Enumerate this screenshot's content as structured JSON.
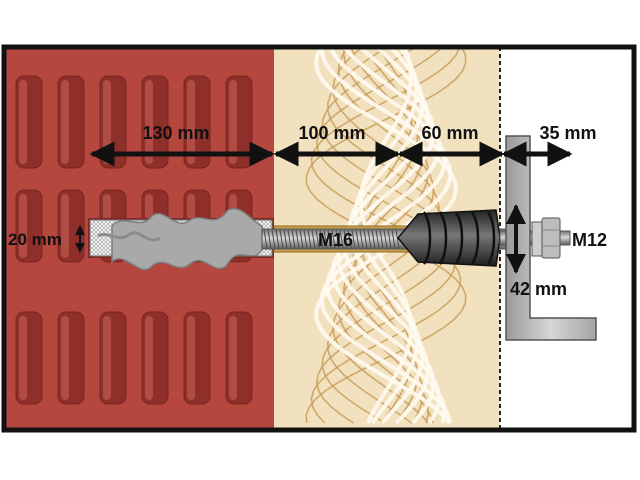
{
  "diagram": {
    "dimensions": {
      "masonry_depth": "130 mm",
      "insulation_depth": "100 mm",
      "gap_depth": "60 mm",
      "bracket_depth": "35 mm",
      "hole_diameter": "20 mm",
      "bracket_height": "42 mm"
    },
    "threads": {
      "main_rod": "M16",
      "bolt": "M12"
    },
    "colors": {
      "brick": "#b5473f",
      "brick_hole": "#8f2f2a",
      "insulation_base": "#f2e1bf",
      "insulation_fiber": "#c99d5a",
      "frame": "#111111",
      "steel": "#b8b8b8",
      "plug": "#3a3a3a",
      "sleeve": "#f4f4f4"
    }
  }
}
